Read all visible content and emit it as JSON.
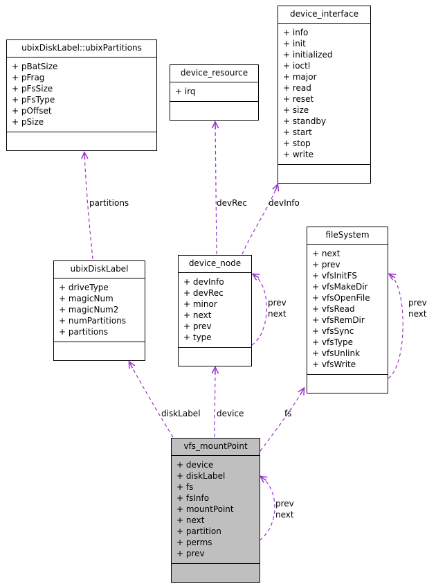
{
  "colors": {
    "edge": "#9a32cd",
    "border": "#000000",
    "node_fill": "#ffffff",
    "highlight_fill": "#bfbfbf",
    "background": "#ffffff"
  },
  "classes": [
    {
      "name": "ubixDiskLabel::ubixPartitions",
      "fields": [
        "+ pBatSize",
        "+ pFrag",
        "+ pFsSize",
        "+ pFsType",
        "+ pOffset",
        "+ pSize"
      ]
    },
    {
      "name": "device_resource",
      "fields": [
        "+ irq"
      ]
    },
    {
      "name": "device_interface",
      "fields": [
        "+ info",
        "+ init",
        "+ initialized",
        "+ ioctl",
        "+ major",
        "+ read",
        "+ reset",
        "+ size",
        "+ standby",
        "+ start",
        "+ stop",
        "+ write"
      ]
    },
    {
      "name": "ubixDiskLabel",
      "fields": [
        "+ driveType",
        "+ magicNum",
        "+ magicNum2",
        "+ numPartitions",
        "+ partitions"
      ]
    },
    {
      "name": "device_node",
      "fields": [
        "+ devInfo",
        "+ devRec",
        "+ minor",
        "+ next",
        "+ prev",
        "+ type"
      ]
    },
    {
      "name": "fileSystem",
      "fields": [
        "+ next",
        "+ prev",
        "+ vfsInitFS",
        "+ vfsMakeDir",
        "+ vfsOpenFile",
        "+ vfsRead",
        "+ vfsRemDir",
        "+ vfsSync",
        "+ vfsType",
        "+ vfsUnlink",
        "+ vfsWrite"
      ]
    },
    {
      "name": "vfs_mountPoint",
      "fields": [
        "+ device",
        "+ diskLabel",
        "+ fs",
        "+ fsInfo",
        "+ mountPoint",
        "+ next",
        "+ partition",
        "+ perms",
        "+ prev"
      ],
      "highlighted": true
    }
  ],
  "edges": [
    {
      "from": "ubixDiskLabel",
      "to": "ubixDiskLabel::ubixPartitions",
      "labels": [
        "partitions"
      ]
    },
    {
      "from": "device_node",
      "to": "device_resource",
      "labels": [
        "devRec"
      ]
    },
    {
      "from": "device_node",
      "to": "device_interface",
      "labels": [
        "devInfo"
      ]
    },
    {
      "from": "device_node",
      "to": "device_node",
      "labels": [
        "prev",
        "next"
      ]
    },
    {
      "from": "fileSystem",
      "to": "fileSystem",
      "labels": [
        "prev",
        "next"
      ]
    },
    {
      "from": "vfs_mountPoint",
      "to": "ubixDiskLabel",
      "labels": [
        "diskLabel"
      ]
    },
    {
      "from": "vfs_mountPoint",
      "to": "device_node",
      "labels": [
        "device"
      ]
    },
    {
      "from": "vfs_mountPoint",
      "to": "fileSystem",
      "labels": [
        "fs"
      ]
    },
    {
      "from": "vfs_mountPoint",
      "to": "vfs_mountPoint",
      "labels": [
        "prev",
        "next"
      ]
    }
  ]
}
